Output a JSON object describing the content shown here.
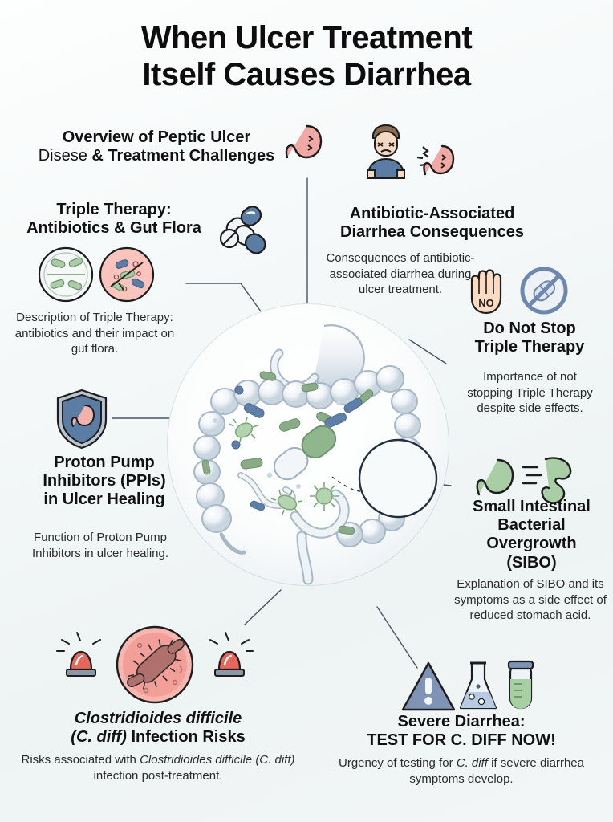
{
  "title": {
    "line1": "When Ulcer Treatment",
    "line2": "Itself Causes Diarrhea"
  },
  "sections": {
    "overview": {
      "heading_line1": "Overview of Peptic Ulcer",
      "heading_line2_light": "Disese",
      "heading_line2_bold": "& Treatment Challenges"
    },
    "triple_therapy": {
      "heading_line1": "Triple Therapy:",
      "heading_line2": "Antibiotics & Gut Flora",
      "body": "Description of Triple Therapy: antibiotics and their impact on gut flora."
    },
    "aad": {
      "heading_line1": "Antibiotic-Associated",
      "heading_line2": "Diarrhea Consequences",
      "body": "Consequences of antibiotic-associated diarrhea during ulcer treatment."
    },
    "do_not_stop": {
      "heading_line1": "Do Not Stop",
      "heading_line2": "Triple Therapy",
      "body": "Importance of not stopping Triple Therapy despite side effects.",
      "icon_label": "NO"
    },
    "ppi": {
      "heading_line1": "Proton Pump",
      "heading_line2": "Inhibitors (PPIs)",
      "heading_line3": "in Ulcer Healing",
      "body": "Function of Proton Pump Inhibitors in ulcer healing."
    },
    "sibo": {
      "heading_line1": "Small Intestinal",
      "heading_line2": "Bacterial",
      "heading_line3": "Overgrowth",
      "heading_line4": "(SIBO)",
      "body": "Explanation of SIBO and its symptoms as a side effect of reduced stomach acid."
    },
    "cdiff": {
      "heading_italic": "Clostridioides difficile",
      "heading_line2_italic": "(C. diff)",
      "heading_line2_rest": " Infection Risks",
      "body_part1": "Risks associated with ",
      "body_italic1": "Clostridioides difficile",
      "body_italic2": "(C. diff)",
      "body_part2": " infection post-treatment."
    },
    "test_now": {
      "heading_line1": "Severe Diarrhea:",
      "heading_line2": "TEST FOR C. DIFF NOW!",
      "body_part1": "Urgency of testing for ",
      "body_italic": "C. diff",
      "body_part2": " if severe diarrhea symptoms develop."
    }
  },
  "icons": {
    "stomach": "stomach-icon",
    "patient": "distressed-patient-icon",
    "stomach_pain": "stomach-pain-icon",
    "pills": "pills-capsules-icon",
    "flora_good": "healthy-gut-flora-dish-icon",
    "flora_bad": "disrupted-gut-flora-dish-icon",
    "hand_no": "stop-hand-no-icon",
    "no_pill": "no-pill-prohibited-icon",
    "shield_stomach": "shield-stomach-protection-icon",
    "sibo_stomach": "sibo-stomach-icon",
    "sibo_bloat": "sibo-bloating-intestine-icon",
    "alarm_left": "alarm-light-left-icon",
    "alarm_right": "alarm-light-right-icon",
    "bacteria": "c-diff-bacteria-icon",
    "warning": "warning-triangle-icon",
    "flask": "lab-flask-icon",
    "test_tube": "test-tube-icon",
    "colon": "colon-gut-microbiome-illustration",
    "magnifier": "bacteria-magnified-inset"
  },
  "colors": {
    "background": "#f3f7f8",
    "heading": "#111111",
    "body_text": "#2b2b2b",
    "connector": "#4a5560",
    "pink": "#efa3a3",
    "blue_slate": "#5f7ca8",
    "green": "#9cc39a",
    "red": "#e36a63"
  }
}
